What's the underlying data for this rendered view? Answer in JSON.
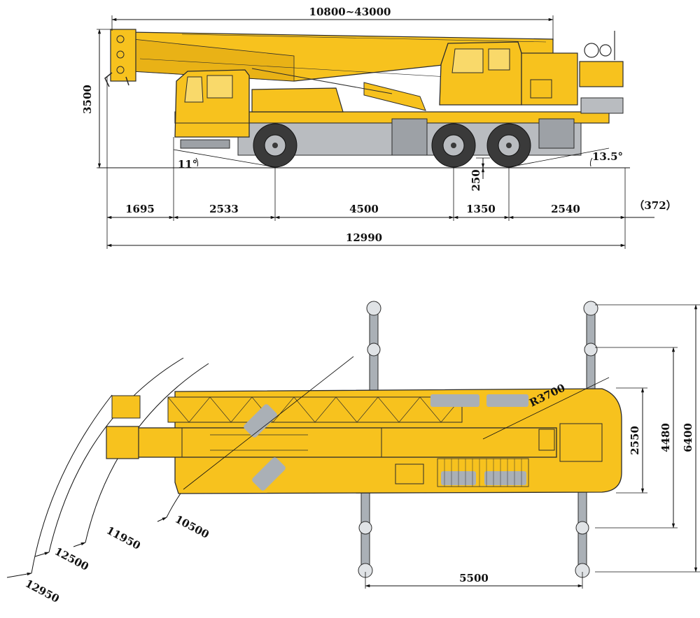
{
  "side_view": {
    "dims": {
      "boom_length": "10800~43000",
      "height": "3500",
      "approach_angle": "11°",
      "departure_angle": "13.5°",
      "ground_clearance": "250",
      "front_overhang": "1695",
      "wheelbase_1": "2533",
      "wheelbase_2": "4500",
      "wheelbase_3": "1350",
      "rear_overhang": "2540",
      "rear_extra": "（372）",
      "total_length": "12990"
    }
  },
  "top_view": {
    "dims": {
      "tail_radius": "R3700",
      "radius_10500": "10500",
      "radius_11950": "11950",
      "radius_12500": "12500",
      "radius_12950": "12950",
      "outrigger_longitudinal": "5500",
      "body_width": "2550",
      "outrigger_mid": "4480",
      "outrigger_full": "6400"
    }
  },
  "colors": {
    "body": "#f7c21e",
    "body_dark": "#e0a812",
    "line": "#2b2b2b",
    "chassis": "#b9bcc0",
    "window": "#f9d96a",
    "tire": "#3a3a3a",
    "outrigger": "#aab0b6"
  }
}
